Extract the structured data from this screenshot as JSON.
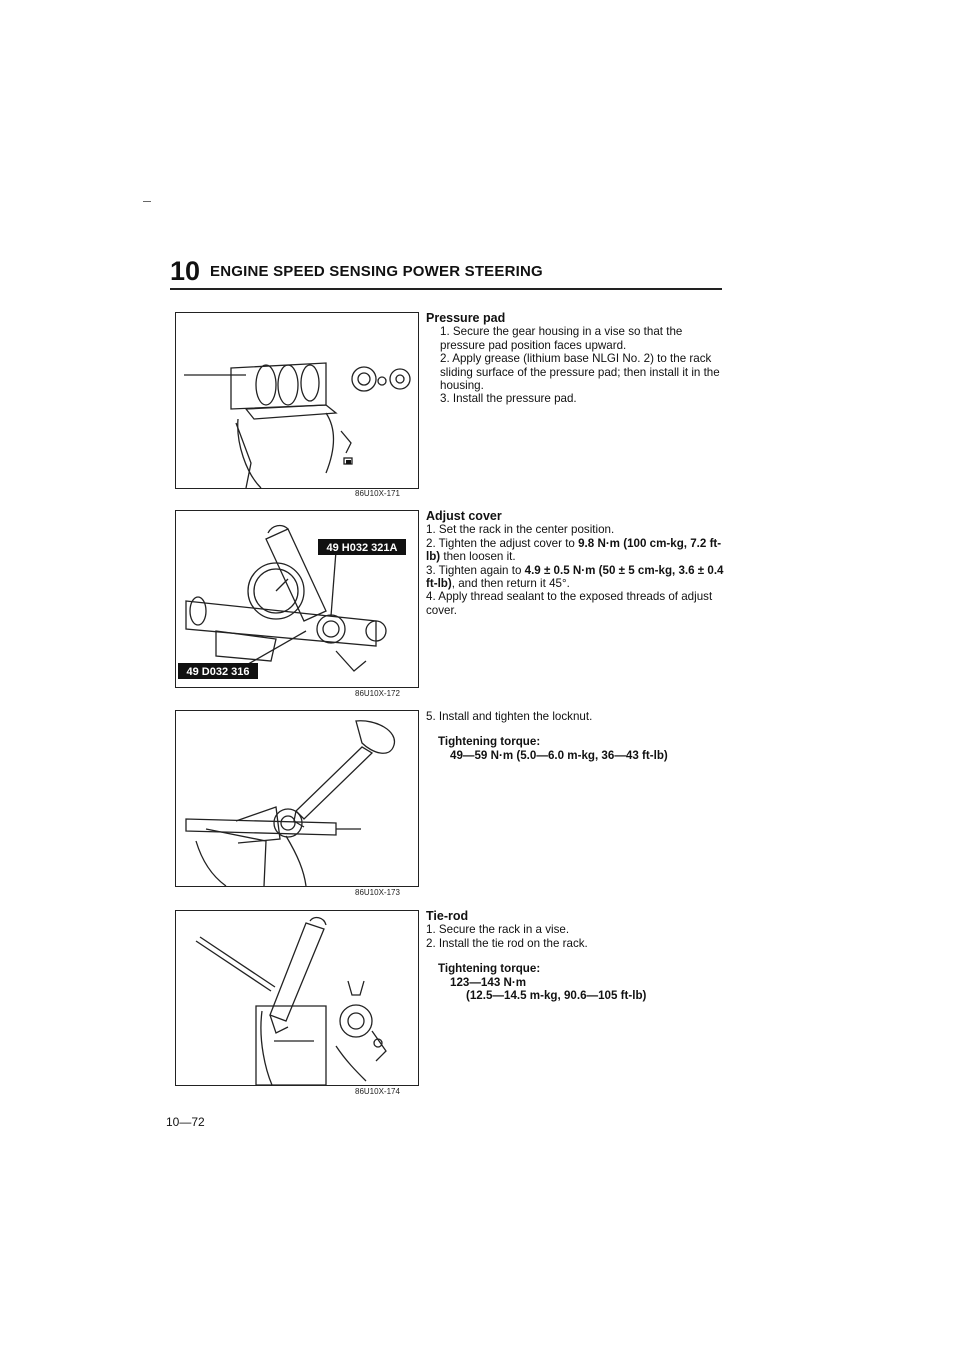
{
  "header": {
    "chapter_number": "10",
    "chapter_title": "ENGINE SPEED SENSING POWER STEERING"
  },
  "figures": [
    {
      "code": "86U10X-171"
    },
    {
      "code": "86U10X-172",
      "tool_labels": [
        "49 H032 321A",
        "49 D032 316"
      ]
    },
    {
      "code": "86U10X-173"
    },
    {
      "code": "86U10X-174"
    }
  ],
  "sections": {
    "pressure_pad": {
      "title": "Pressure pad",
      "steps": [
        "1. Secure the gear housing in a vise so that the pressure pad position faces upward.",
        "2. Apply grease (lithium base NLGI No. 2) to the rack sliding surface of the pressure pad; then install it in the housing.",
        "3. Install the pressure pad."
      ]
    },
    "adjust_cover": {
      "title": "Adjust cover",
      "step1": "1. Set the rack in the center position.",
      "step2_a": "2. Tighten the adjust cover to ",
      "step2_b": "9.8 N·m (100 cm-kg, 7.2 ft-lb)",
      "step2_c": " then loosen it.",
      "step3_a": "3. Tighten again to ",
      "step3_b": "4.9 ± 0.5 N·m (50 ± 5 cm-kg, 3.6 ± 0.4 ft-lb)",
      "step3_c": ", and then return it 45°.",
      "step4": "4. Apply thread sealant to the exposed threads of adjust cover."
    },
    "locknut": {
      "step5": "5. Install and tighten the locknut.",
      "torque_label": "Tightening torque:",
      "torque_value": "49—59 N·m (5.0—6.0 m-kg, 36—43 ft-lb)"
    },
    "tie_rod": {
      "title": "Tie-rod",
      "step1": "1. Secure the rack in a vise.",
      "step2": "2. Install the tie rod on the rack.",
      "torque_label": "Tightening torque:",
      "torque_value_1": "123—143 N·m",
      "torque_value_2": "(12.5—14.5 m-kg, 90.6—105 ft-lb)"
    }
  },
  "footer": {
    "page_number": "10—72"
  }
}
